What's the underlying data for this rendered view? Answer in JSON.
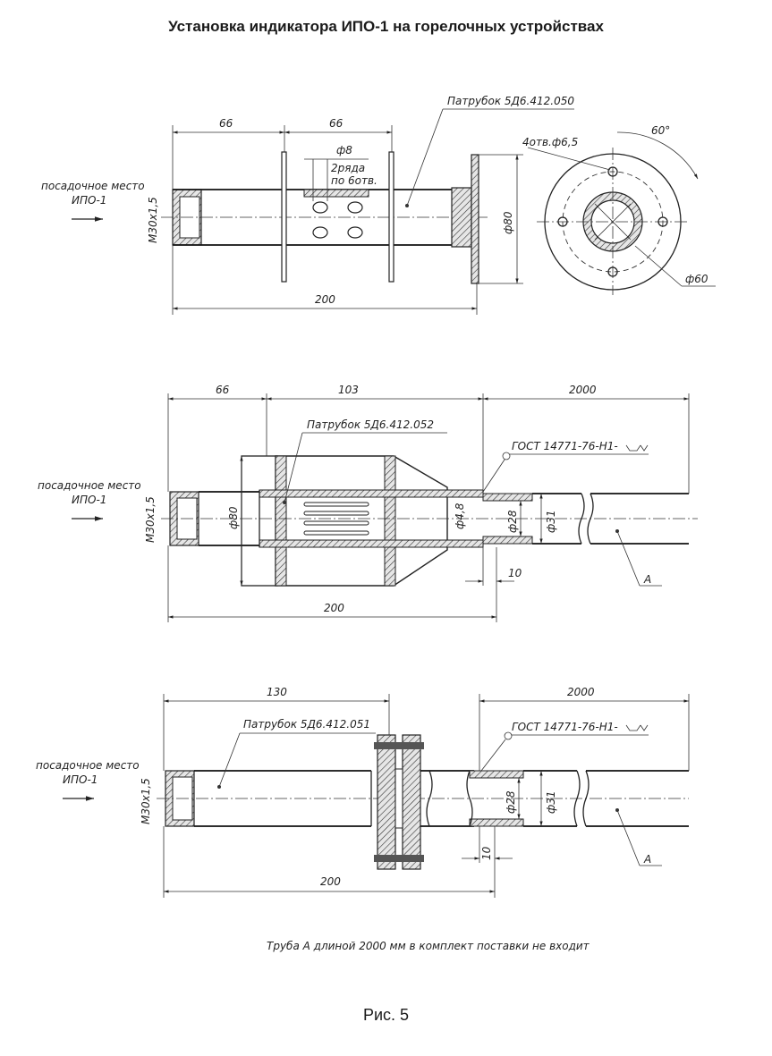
{
  "title": "Установка индикатора ИПО-1 на горелочных устройствах",
  "caption": "Рис. 5",
  "figure1": {
    "dim_66_a": "66",
    "dim_66_b": "66",
    "dim_200": "200",
    "holes_d": "ф8",
    "holes_note_1": "2ряда",
    "holes_note_2": "по 6отв.",
    "thread": "М30х1,5",
    "seat_line1": "посадочное место",
    "seat_line2": "ИПО-1",
    "flange_d80": "ф80",
    "pipe_label": "Патрубок 5Д6.412.050",
    "bolt_holes": "4отв.ф6,5",
    "angle": "60°",
    "inner_d60": "ф60"
  },
  "figure2": {
    "dim_66": "66",
    "dim_103": "103",
    "dim_2000": "2000",
    "dim_200": "200",
    "dim_10": "10",
    "pipe_label": "Патрубок 5Д6.412.052",
    "gost": "ГОСТ 14771-76-Н1-",
    "thread": "М30х1,5",
    "seat_line1": "посадочное место",
    "seat_line2": "ИПО-1",
    "d80": "ф80",
    "d48": "ф4,8",
    "d28": "ф28",
    "d31": "ф31",
    "tube": "A"
  },
  "figure3": {
    "dim_130": "130",
    "dim_2000": "2000",
    "dim_200": "200",
    "dim_10": "10",
    "pipe_label": "Патрубок 5Д6.412.051",
    "gost": "ГОСТ 14771-76-Н1-",
    "thread": "М30х1,5",
    "seat_line1": "посадочное место",
    "seat_line2": "ИПО-1",
    "d28": "ф28",
    "d31": "ф31",
    "tube": "A"
  },
  "note": "Труба А длиной 2000 мм в комплект поставки не входит"
}
